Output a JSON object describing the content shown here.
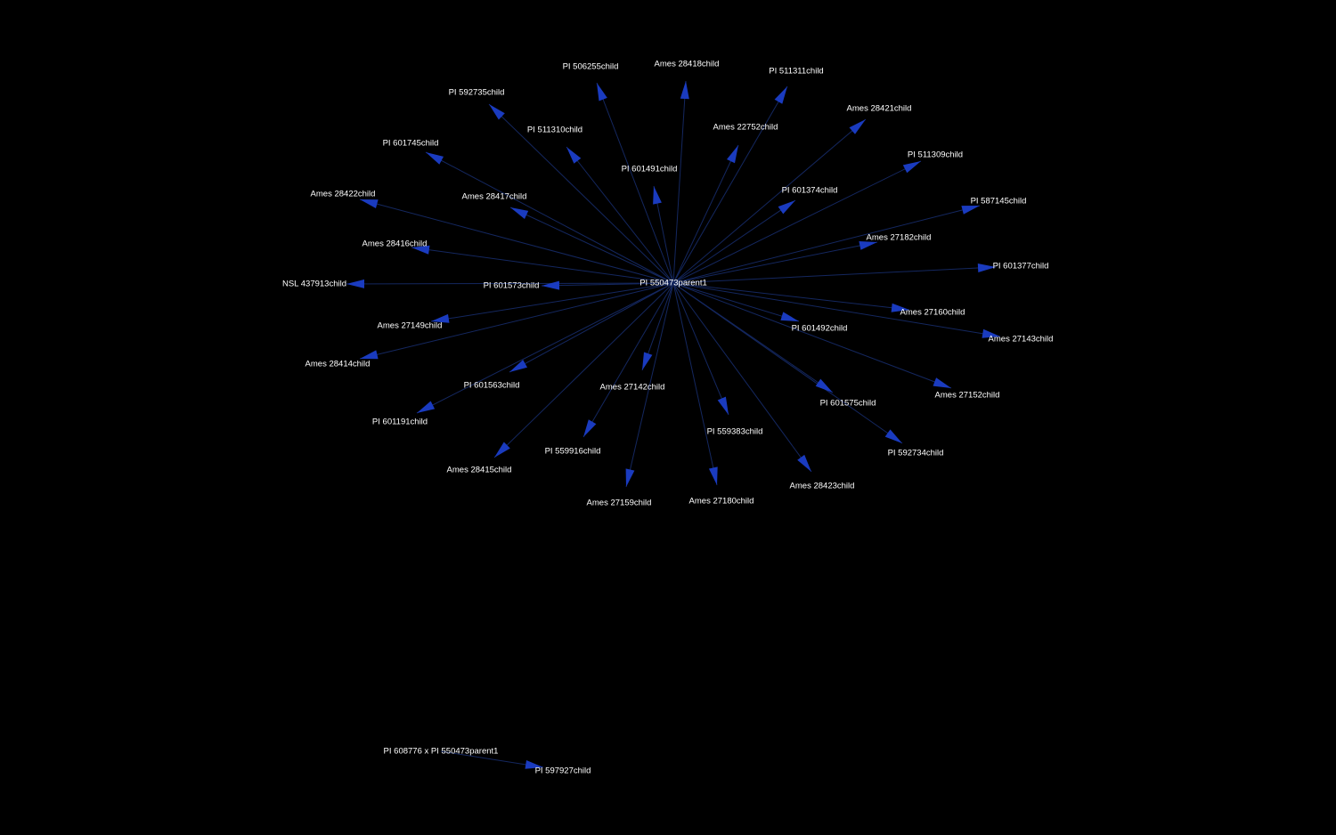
{
  "graph": {
    "background": "#000000",
    "edge_color": "#14275f",
    "arrow_color": "#1a3bbf",
    "label_color": "#ffffff",
    "nodes": [
      {
        "id": "root",
        "label": "PI 550473parent1"
      },
      {
        "id": "c01",
        "label": "PI 506255child"
      },
      {
        "id": "c02",
        "label": "Ames 28418child"
      },
      {
        "id": "c03",
        "label": "PI 511311child"
      },
      {
        "id": "c04",
        "label": "PI 592735child"
      },
      {
        "id": "c05",
        "label": "Ames 28421child"
      },
      {
        "id": "c06",
        "label": "PI 511310child"
      },
      {
        "id": "c07",
        "label": "Ames 22752child"
      },
      {
        "id": "c08",
        "label": "PI 601745child"
      },
      {
        "id": "c09",
        "label": "PI 601491child"
      },
      {
        "id": "c10",
        "label": "PI 511309child"
      },
      {
        "id": "c11",
        "label": "Ames 28422child"
      },
      {
        "id": "c12",
        "label": "Ames 28417child"
      },
      {
        "id": "c13",
        "label": "PI 601374child"
      },
      {
        "id": "c14",
        "label": "PI 587145child"
      },
      {
        "id": "c15",
        "label": "Ames 28416child"
      },
      {
        "id": "c16",
        "label": "Ames 27182child"
      },
      {
        "id": "c17",
        "label": "PI 601377child"
      },
      {
        "id": "c18",
        "label": "NSL 437913child"
      },
      {
        "id": "c19",
        "label": "PI 601573child"
      },
      {
        "id": "c20",
        "label": "Ames 27160child"
      },
      {
        "id": "c21",
        "label": "Ames 27149child"
      },
      {
        "id": "c22",
        "label": "PI 601492child"
      },
      {
        "id": "c23",
        "label": "Ames 27143child"
      },
      {
        "id": "c24",
        "label": "Ames 28414child"
      },
      {
        "id": "c25",
        "label": "PI 601563child"
      },
      {
        "id": "c26",
        "label": "Ames 27142child"
      },
      {
        "id": "c27",
        "label": "Ames 27152child"
      },
      {
        "id": "c28",
        "label": "PI 601575child"
      },
      {
        "id": "c29",
        "label": "PI 601191child"
      },
      {
        "id": "c30",
        "label": "PI 559383child"
      },
      {
        "id": "c31",
        "label": "PI 559916child"
      },
      {
        "id": "c32",
        "label": "PI 592734child"
      },
      {
        "id": "c33",
        "label": "Ames 28415child"
      },
      {
        "id": "c34",
        "label": "Ames 28423child"
      },
      {
        "id": "c35",
        "label": "Ames 27159child"
      },
      {
        "id": "c36",
        "label": "Ames 27180child"
      },
      {
        "id": "p2",
        "label": "PI 608776 x PI 550473parent1"
      },
      {
        "id": "k2",
        "label": "PI 597927child"
      }
    ],
    "edges": [
      {
        "from": "root",
        "to": "c01"
      },
      {
        "from": "root",
        "to": "c02"
      },
      {
        "from": "root",
        "to": "c03"
      },
      {
        "from": "root",
        "to": "c04"
      },
      {
        "from": "root",
        "to": "c05"
      },
      {
        "from": "root",
        "to": "c06"
      },
      {
        "from": "root",
        "to": "c07"
      },
      {
        "from": "root",
        "to": "c08"
      },
      {
        "from": "root",
        "to": "c09"
      },
      {
        "from": "root",
        "to": "c10"
      },
      {
        "from": "root",
        "to": "c11"
      },
      {
        "from": "root",
        "to": "c12"
      },
      {
        "from": "root",
        "to": "c13"
      },
      {
        "from": "root",
        "to": "c14"
      },
      {
        "from": "root",
        "to": "c15"
      },
      {
        "from": "root",
        "to": "c16"
      },
      {
        "from": "root",
        "to": "c17"
      },
      {
        "from": "root",
        "to": "c18"
      },
      {
        "from": "root",
        "to": "c19"
      },
      {
        "from": "root",
        "to": "c20"
      },
      {
        "from": "root",
        "to": "c21"
      },
      {
        "from": "root",
        "to": "c22"
      },
      {
        "from": "root",
        "to": "c23"
      },
      {
        "from": "root",
        "to": "c24"
      },
      {
        "from": "root",
        "to": "c25"
      },
      {
        "from": "root",
        "to": "c26"
      },
      {
        "from": "root",
        "to": "c27"
      },
      {
        "from": "root",
        "to": "c28"
      },
      {
        "from": "root",
        "to": "c29"
      },
      {
        "from": "root",
        "to": "c30"
      },
      {
        "from": "root",
        "to": "c31"
      },
      {
        "from": "root",
        "to": "c32"
      },
      {
        "from": "root",
        "to": "c33"
      },
      {
        "from": "root",
        "to": "c34"
      },
      {
        "from": "root",
        "to": "c35"
      },
      {
        "from": "root",
        "to": "c36"
      },
      {
        "from": "p2",
        "to": "k2"
      }
    ]
  }
}
